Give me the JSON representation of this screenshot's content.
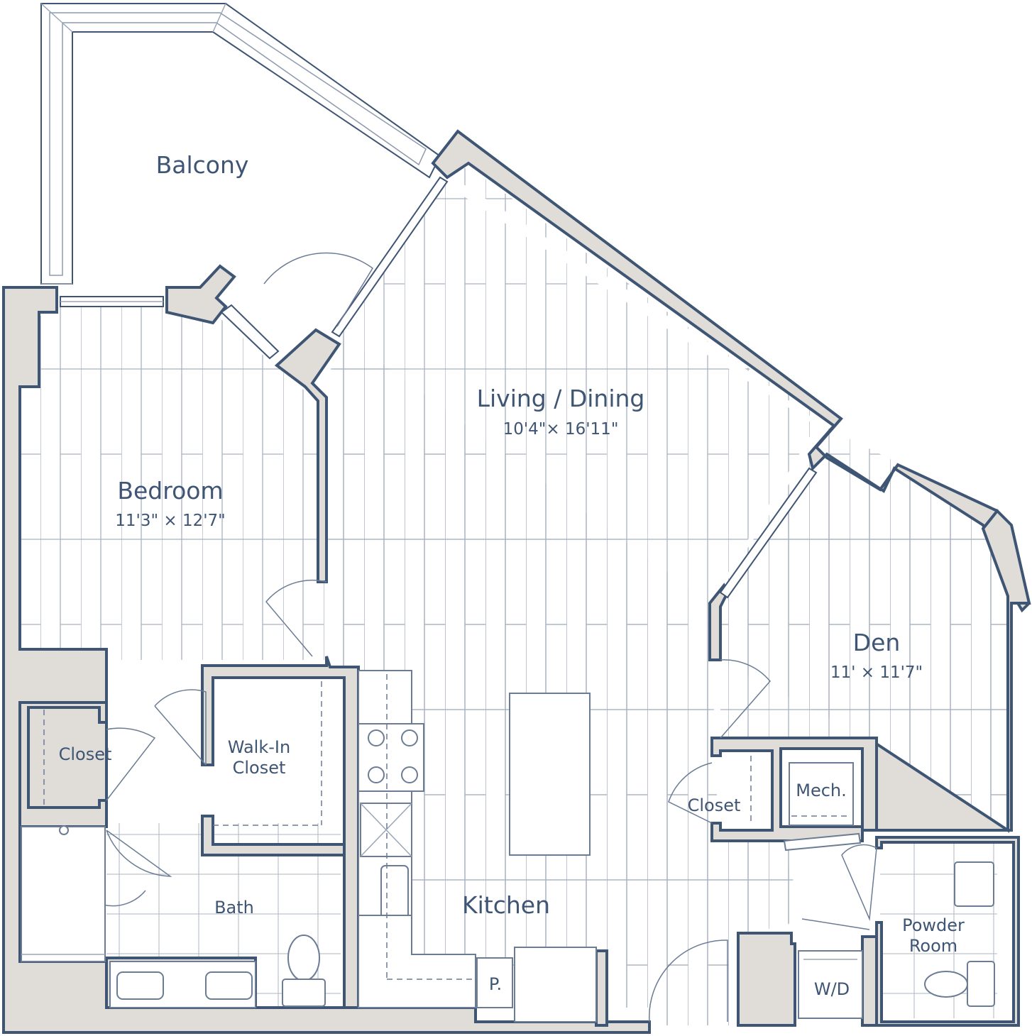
{
  "rooms": {
    "balcony": {
      "name": "Balcony"
    },
    "living": {
      "name": "Living / Dining",
      "dims": "10'4\"× 16'11\""
    },
    "bedroom": {
      "name": "Bedroom",
      "dims": "11'3\" × 12'7\""
    },
    "den": {
      "name": "Den",
      "dims": "11' × 11'7\""
    },
    "closet_left": {
      "name": "Closet"
    },
    "walkin": {
      "name_line1": "Walk-In",
      "name_line2": "Closet"
    },
    "bath": {
      "name": "Bath"
    },
    "kitchen": {
      "name": "Kitchen"
    },
    "closet_den": {
      "name": "Closet"
    },
    "mech": {
      "name": "Mech."
    },
    "powder": {
      "name_line1": "Powder",
      "name_line2": "Room"
    },
    "wd": {
      "name": "W/D"
    },
    "pantry": {
      "name": "P."
    }
  },
  "colors": {
    "wall_fill": "#e0ddd8",
    "line": "#3f5574",
    "text": "#3f5574"
  }
}
